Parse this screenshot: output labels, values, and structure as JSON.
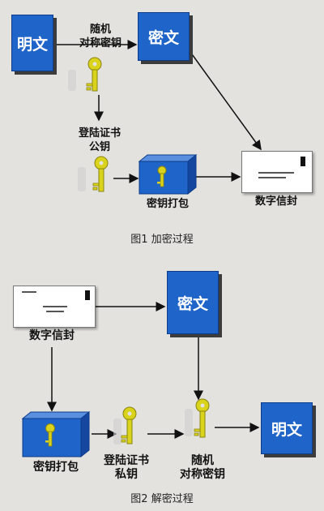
{
  "fig1": {
    "caption": "图1 加密过程",
    "plaintext": "明文",
    "random_key_line1": "随机",
    "random_key_line2": "对称密钥",
    "ciphertext": "密文",
    "cert_line1": "登陆证书",
    "cert_line2": "公钥",
    "key_pack": "密钥打包",
    "envelope": "数字信封"
  },
  "fig2": {
    "caption": "图2 解密过程",
    "envelope": "数字信封",
    "ciphertext": "密文",
    "key_pack": "密钥打包",
    "cert_line1": "登陆证书",
    "cert_line2": "私钥",
    "random_key_line1": "随机",
    "random_key_line2": "对称密钥",
    "plaintext": "明文"
  },
  "colors": {
    "box_blue": "#1f64c8",
    "key_yellow": "#d9d31c",
    "background": "#e3e2de"
  },
  "icons": [
    "key-icon",
    "envelope-icon",
    "arrow-icon"
  ]
}
